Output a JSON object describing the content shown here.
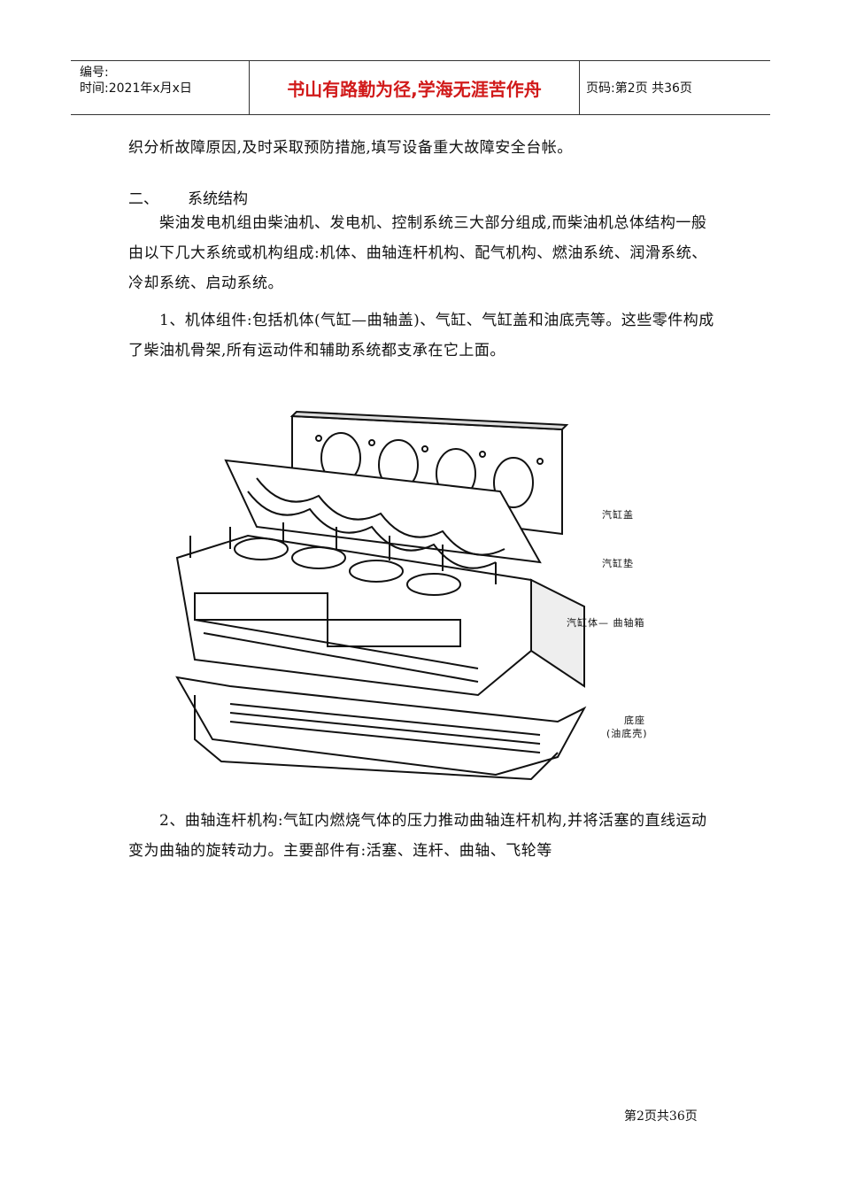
{
  "header": {
    "number_label": "编号:",
    "time_label": "时间:2021年x月x日",
    "motto": "书山有路勤为径,学海无涯苦作舟",
    "page_label": "页码:第2页 共36页"
  },
  "body": {
    "para0": "织分析故障原因,及时采取预防措施,填写设备重大故障安全台帐。",
    "section_number": "二、",
    "section_title": "系统结构",
    "para1": "柴油发电机组由柴油机、发电机、控制系统三大部分组成,而柴油机总体结构一般由以下几大系统或机构组成:机体、曲轴连杆机构、配气机构、燃油系统、润滑系统、冷却系统、启动系统。",
    "para2": "1、机体组件:包括机体(气缸—曲轴盖)、气缸、气缸盖和油底壳等。这些零件构成了柴油机骨架,所有运动件和辅助系统都支承在它上面。",
    "para3": "2、曲轴连杆机构:气缸内燃烧气体的压力推动曲轴连杆机构,并将活塞的直线运动变为曲轴的旋转动力。主要部件有:活塞、连杆、曲轴、飞轮等"
  },
  "figure": {
    "labels": {
      "head": "汽缸盖",
      "gasket": "汽缸垫",
      "block": "汽缸体— 曲轴箱",
      "base": "底座",
      "base_sub": "(油底壳)"
    }
  },
  "footer": {
    "page": "第2页共36页"
  }
}
